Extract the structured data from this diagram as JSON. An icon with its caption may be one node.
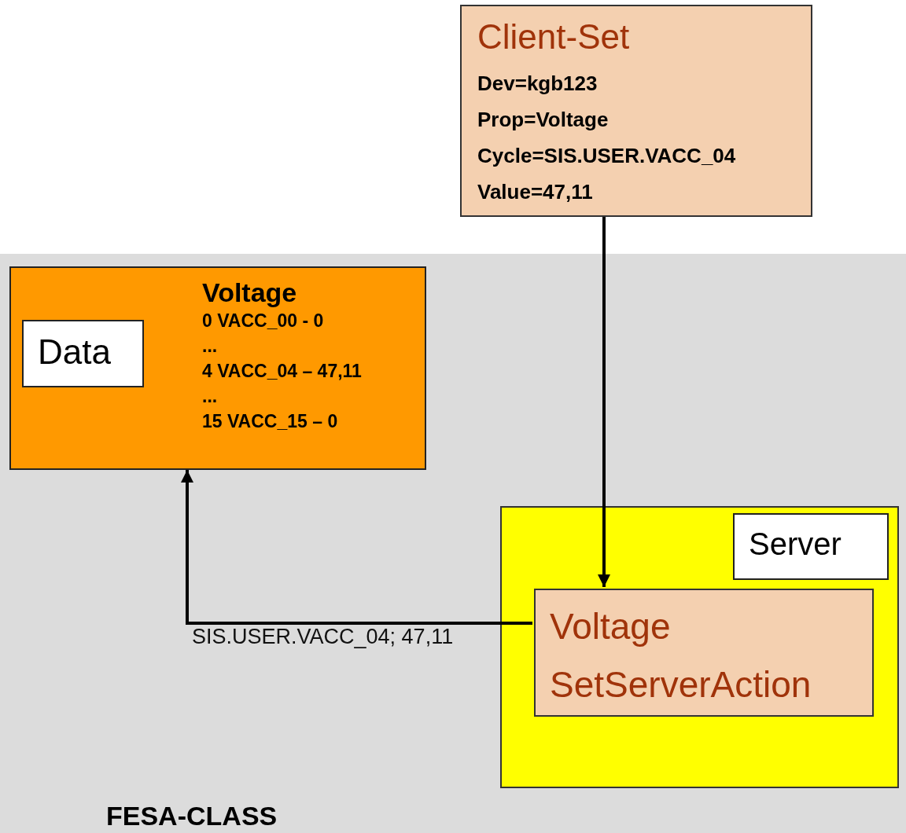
{
  "diagram": {
    "nodes": [
      {
        "text": [
          "Client-Set",
          "Dev=kgb123",
          "Prop=Voltage",
          "Cycle=SIS.USER.VACC_04",
          "Value=47,11"
        ]
      },
      {
        "text": [
          "FESA-CLASS"
        ]
      },
      {
        "text": [
          "Voltage",
          "0 VACC_00 - 0",
          "...",
          "4 VACC_04 – 47,11",
          "...",
          "15 VACC_15 – 0"
        ],
        "in": 1
      },
      {
        "text": [
          "Data"
        ],
        "in": 2
      },
      {
        "text": [],
        "shape": "box",
        "in": 1
      },
      {
        "text": [
          "Server"
        ],
        "in": 4
      },
      {
        "text": [
          "Voltage SetServerAction"
        ],
        "in": 4
      }
    ],
    "edges": [
      {
        "from": 0,
        "to": 6,
        "arrow": "to"
      },
      {
        "from": 6,
        "to": 2,
        "arrow": "to",
        "label": "SIS.USER.VACC_04; 47,11"
      }
    ]
  }
}
